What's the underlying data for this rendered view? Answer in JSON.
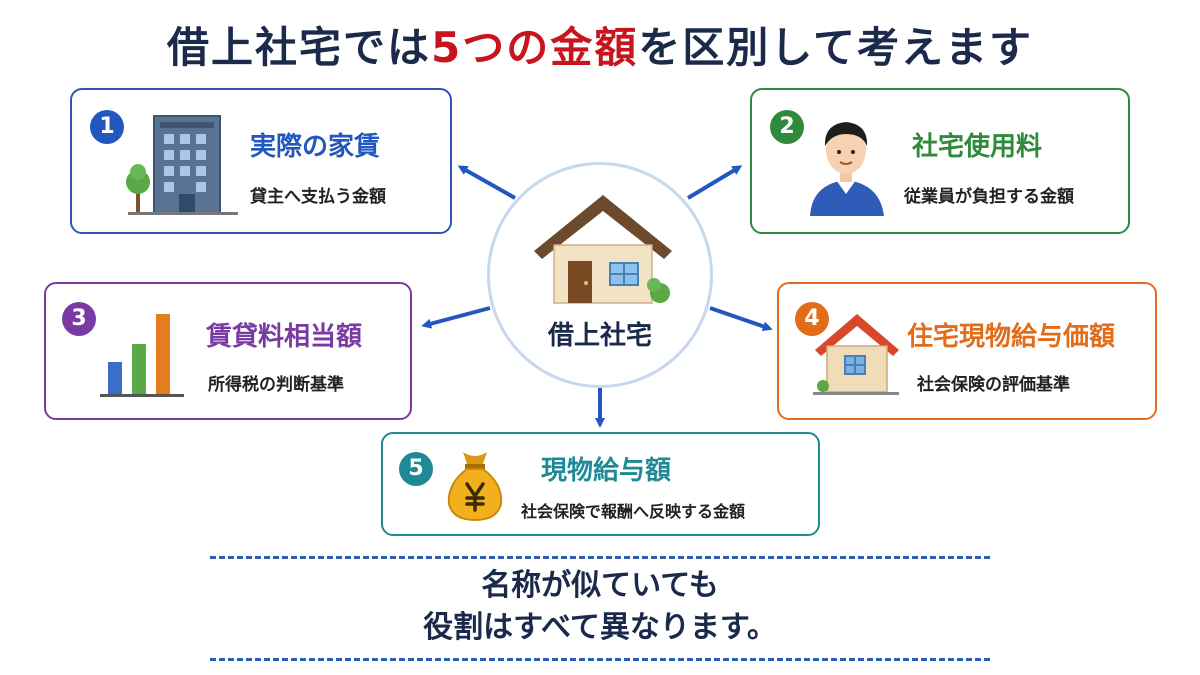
{
  "title": {
    "part1": "借上社宅では",
    "highlight": "5つの金額",
    "part2": "を区別して考えます"
  },
  "center": {
    "label": "借上社宅",
    "icon": "house-icon"
  },
  "cards": [
    {
      "number": "1",
      "title": "実際の家賃",
      "subtitle": "貸主へ支払う金額",
      "icon": "office-building-icon",
      "color": "#2357c0"
    },
    {
      "number": "2",
      "title": "社宅使用料",
      "subtitle": "従業員が負担する金額",
      "icon": "employee-icon",
      "color": "#2f8a3c"
    },
    {
      "number": "3",
      "title": "賃貸料相当額",
      "subtitle": "所得税の判断基準",
      "icon": "bar-chart-icon",
      "color": "#7a3aa3"
    },
    {
      "number": "4",
      "title": "住宅現物給与価額",
      "subtitle": "社会保険の評価基準",
      "icon": "house-icon",
      "color": "#e26c1a"
    },
    {
      "number": "5",
      "title": "現物給与額",
      "subtitle": "社会保険で報酬へ反映する金額",
      "icon": "yen-money-bag-icon",
      "color": "#1f8a96"
    }
  ],
  "note": {
    "line1": "名称が似ていても",
    "line2": "役割はすべて異なります。"
  }
}
